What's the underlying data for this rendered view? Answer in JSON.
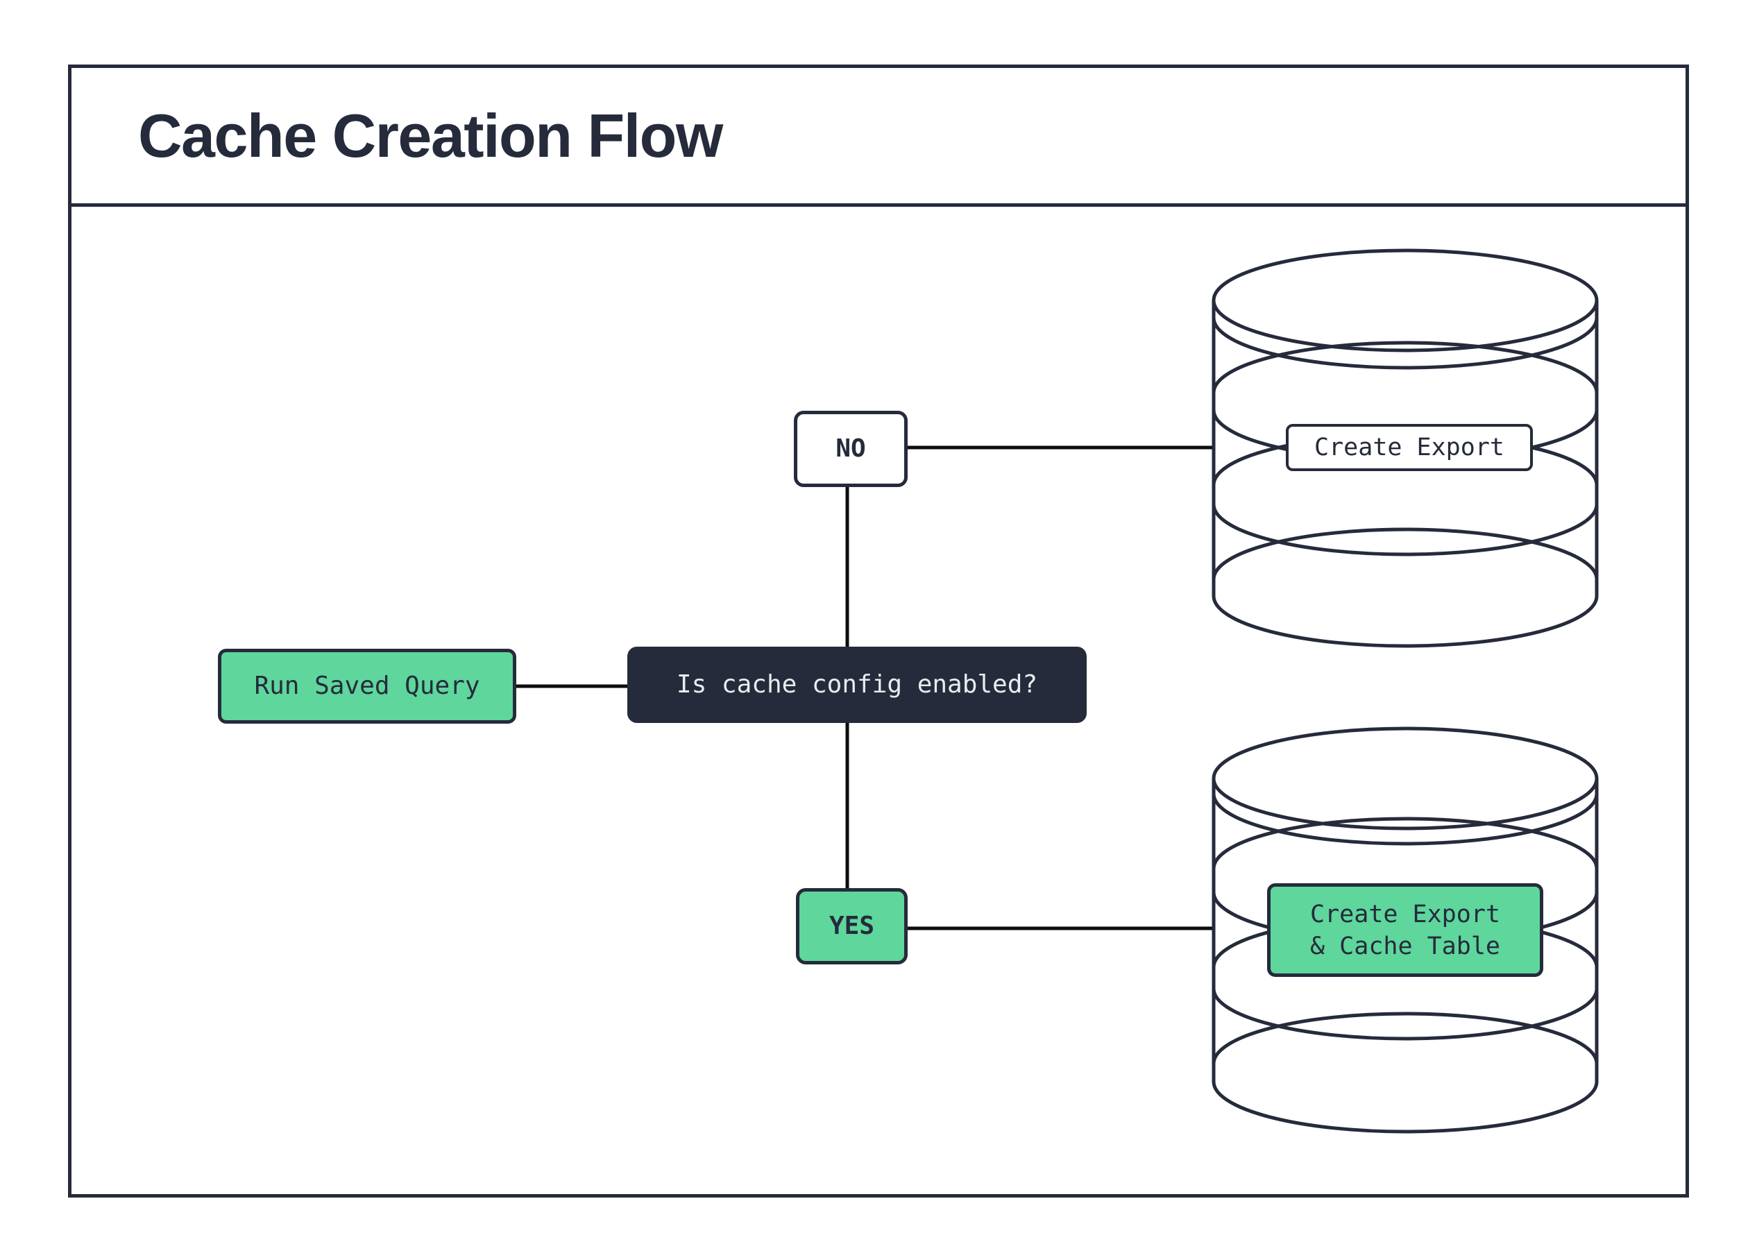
{
  "header": {
    "title": "Cache Creation Flow"
  },
  "flow": {
    "start": {
      "label": "Run Saved Query"
    },
    "decision": {
      "label": "Is cache config enabled?"
    },
    "no_branch": {
      "label": "NO"
    },
    "yes_branch": {
      "label": "YES"
    },
    "no_result": {
      "label": "Create Export"
    },
    "yes_result": {
      "line1": "Create Export",
      "line2": "& Cache Table"
    }
  },
  "icons": {
    "no_result_icon": "database-cylinder",
    "yes_result_icon": "database-cylinder"
  },
  "colors": {
    "ink": "#252b3b",
    "accent_green": "#5ed69c",
    "connector": "#0d0d0d",
    "paper": "#ffffff",
    "text_on_dark": "#e9ebee"
  }
}
